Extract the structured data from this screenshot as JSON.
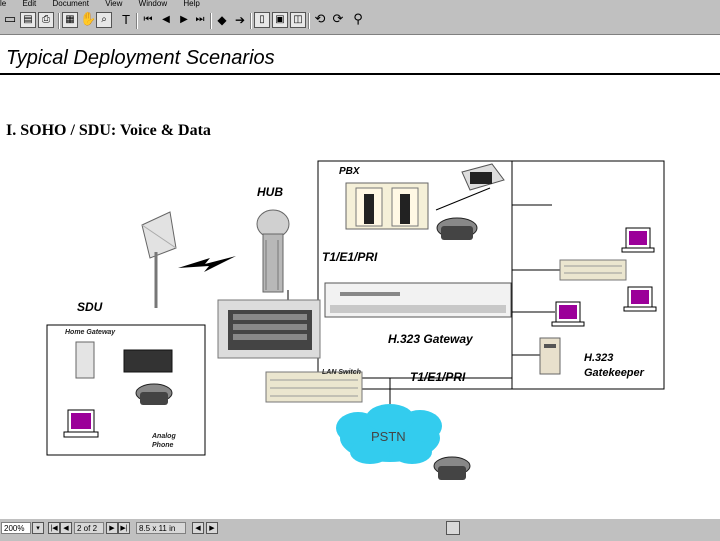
{
  "menu": [
    "le",
    "Edit",
    "Document",
    "View",
    "Window",
    "Help"
  ],
  "toolbar_icons": [
    "open-icon",
    "save-icon",
    "print-icon",
    "page-icon",
    "hand-icon",
    "zoom-icon",
    "text-select-icon",
    "first-page-icon",
    "prev-page-icon",
    "next-page-icon",
    "last-page-icon",
    "back-icon",
    "forward-icon",
    "actual-size-icon",
    "fit-page-icon",
    "fit-width-icon",
    "rotate-icon",
    "find-icon"
  ],
  "slide": {
    "title": "Typical Deployment Scenarios",
    "section": "I. SOHO / SDU: Voice & Data"
  },
  "labels": {
    "hub": "HUB",
    "sdu": "SDU",
    "pbx": "PBX",
    "t1_top": "T1/E1/PRI",
    "t1_bottom": "T1/E1/PRI",
    "gateway": "H.323 Gateway",
    "gatekeeper_line1": "H.323",
    "gatekeeper_line2": "Gatekeeper",
    "home_gateway": "Home Gateway",
    "lan_switch": "LAN Switch",
    "analog_line1": "Analog",
    "analog_line2": "Phone",
    "pstn": "PSTN"
  },
  "status": {
    "zoom": "200%",
    "page": "2 of 2",
    "size": "8.5 x 11 in"
  },
  "colors": {
    "monitor_screen": "#9b0099",
    "cloud": "#33ccee"
  }
}
